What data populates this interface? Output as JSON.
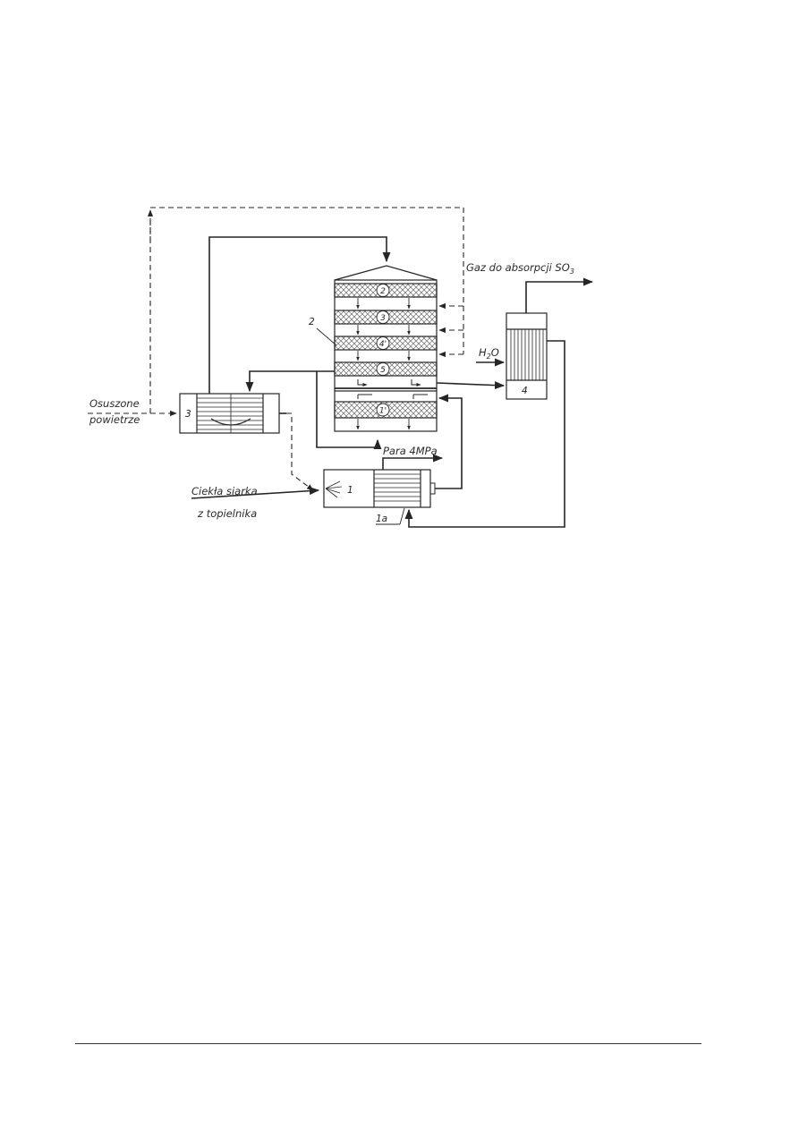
{
  "diagram": {
    "labels": {
      "air_line1": "Osuszone",
      "air_line2": "powietrze",
      "sulfur_line1": "Ciekła  siarka",
      "sulfur_line2": "z  topielnika",
      "steam": "Para  4MPa",
      "gas_out_prefix": "Gaz  do  absorpcji  SO",
      "gas_out_sub": "3",
      "water_prefix": "H",
      "water_sub": "2",
      "water_suffix": "O"
    },
    "units": {
      "burner": "1",
      "boiler": "1a",
      "converter": "2",
      "heat_exchanger": "3",
      "economizer": "4"
    },
    "trays": [
      "2",
      "3",
      "4'",
      "5",
      "1'"
    ]
  },
  "colors": {
    "line": "#262626",
    "hatch": "#6a6a6a"
  }
}
